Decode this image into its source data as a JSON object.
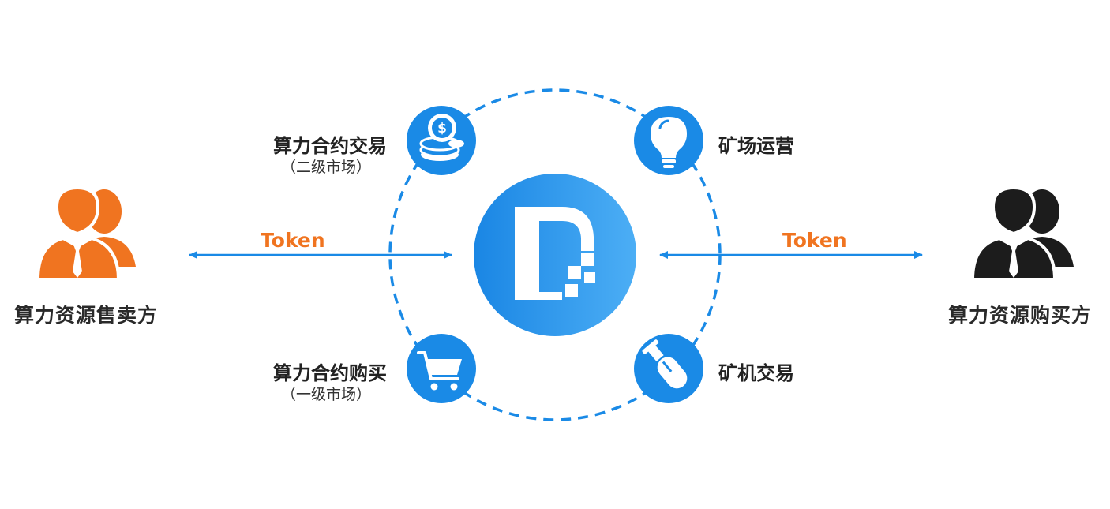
{
  "colors": {
    "blue": "#1a8ae6",
    "blue_light": "#45aaf2",
    "seller": "#f07420",
    "buyer": "#1c1c1c",
    "token_text": "#f07420"
  },
  "seller": {
    "label": "算力资源售卖方",
    "icon": "user-group-icon"
  },
  "buyer": {
    "label": "算力资源购买方",
    "icon": "user-group-icon"
  },
  "token_left": "Token",
  "token_right": "Token",
  "center": {
    "icon": "platform-logo-icon"
  },
  "nodes": {
    "secondary": {
      "title": "算力合约交易",
      "subtitle": "（二级市场）",
      "icon": "coins-icon"
    },
    "mining_ops": {
      "title": "矿场运营",
      "icon": "lightbulb-icon"
    },
    "primary": {
      "title": "算力合约购买",
      "subtitle": "（一级市场）",
      "icon": "shopping-cart-icon"
    },
    "miner_trade": {
      "title": "矿机交易",
      "icon": "miner-machine-icon"
    }
  }
}
